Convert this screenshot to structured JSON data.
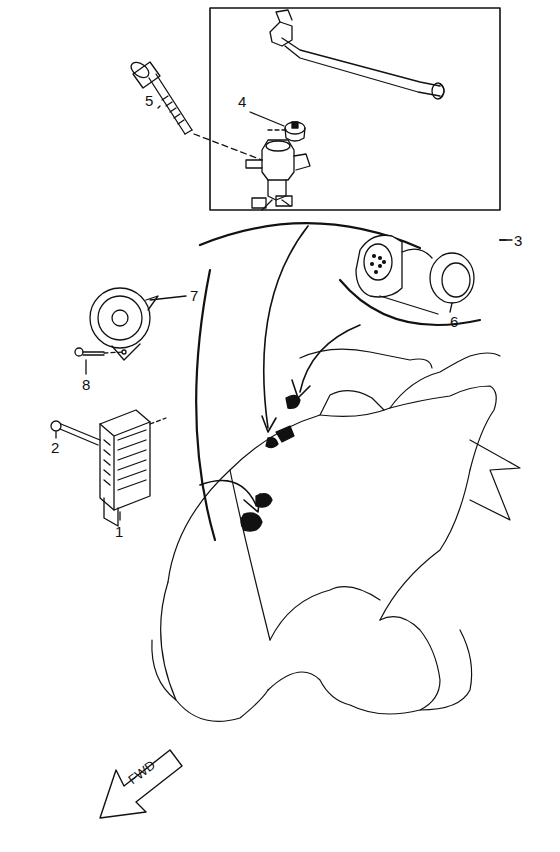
{
  "diagram": {
    "labels": [
      "5",
      "4",
      "3",
      "7",
      "6",
      "8",
      "2",
      "1",
      "FWD"
    ]
  }
}
